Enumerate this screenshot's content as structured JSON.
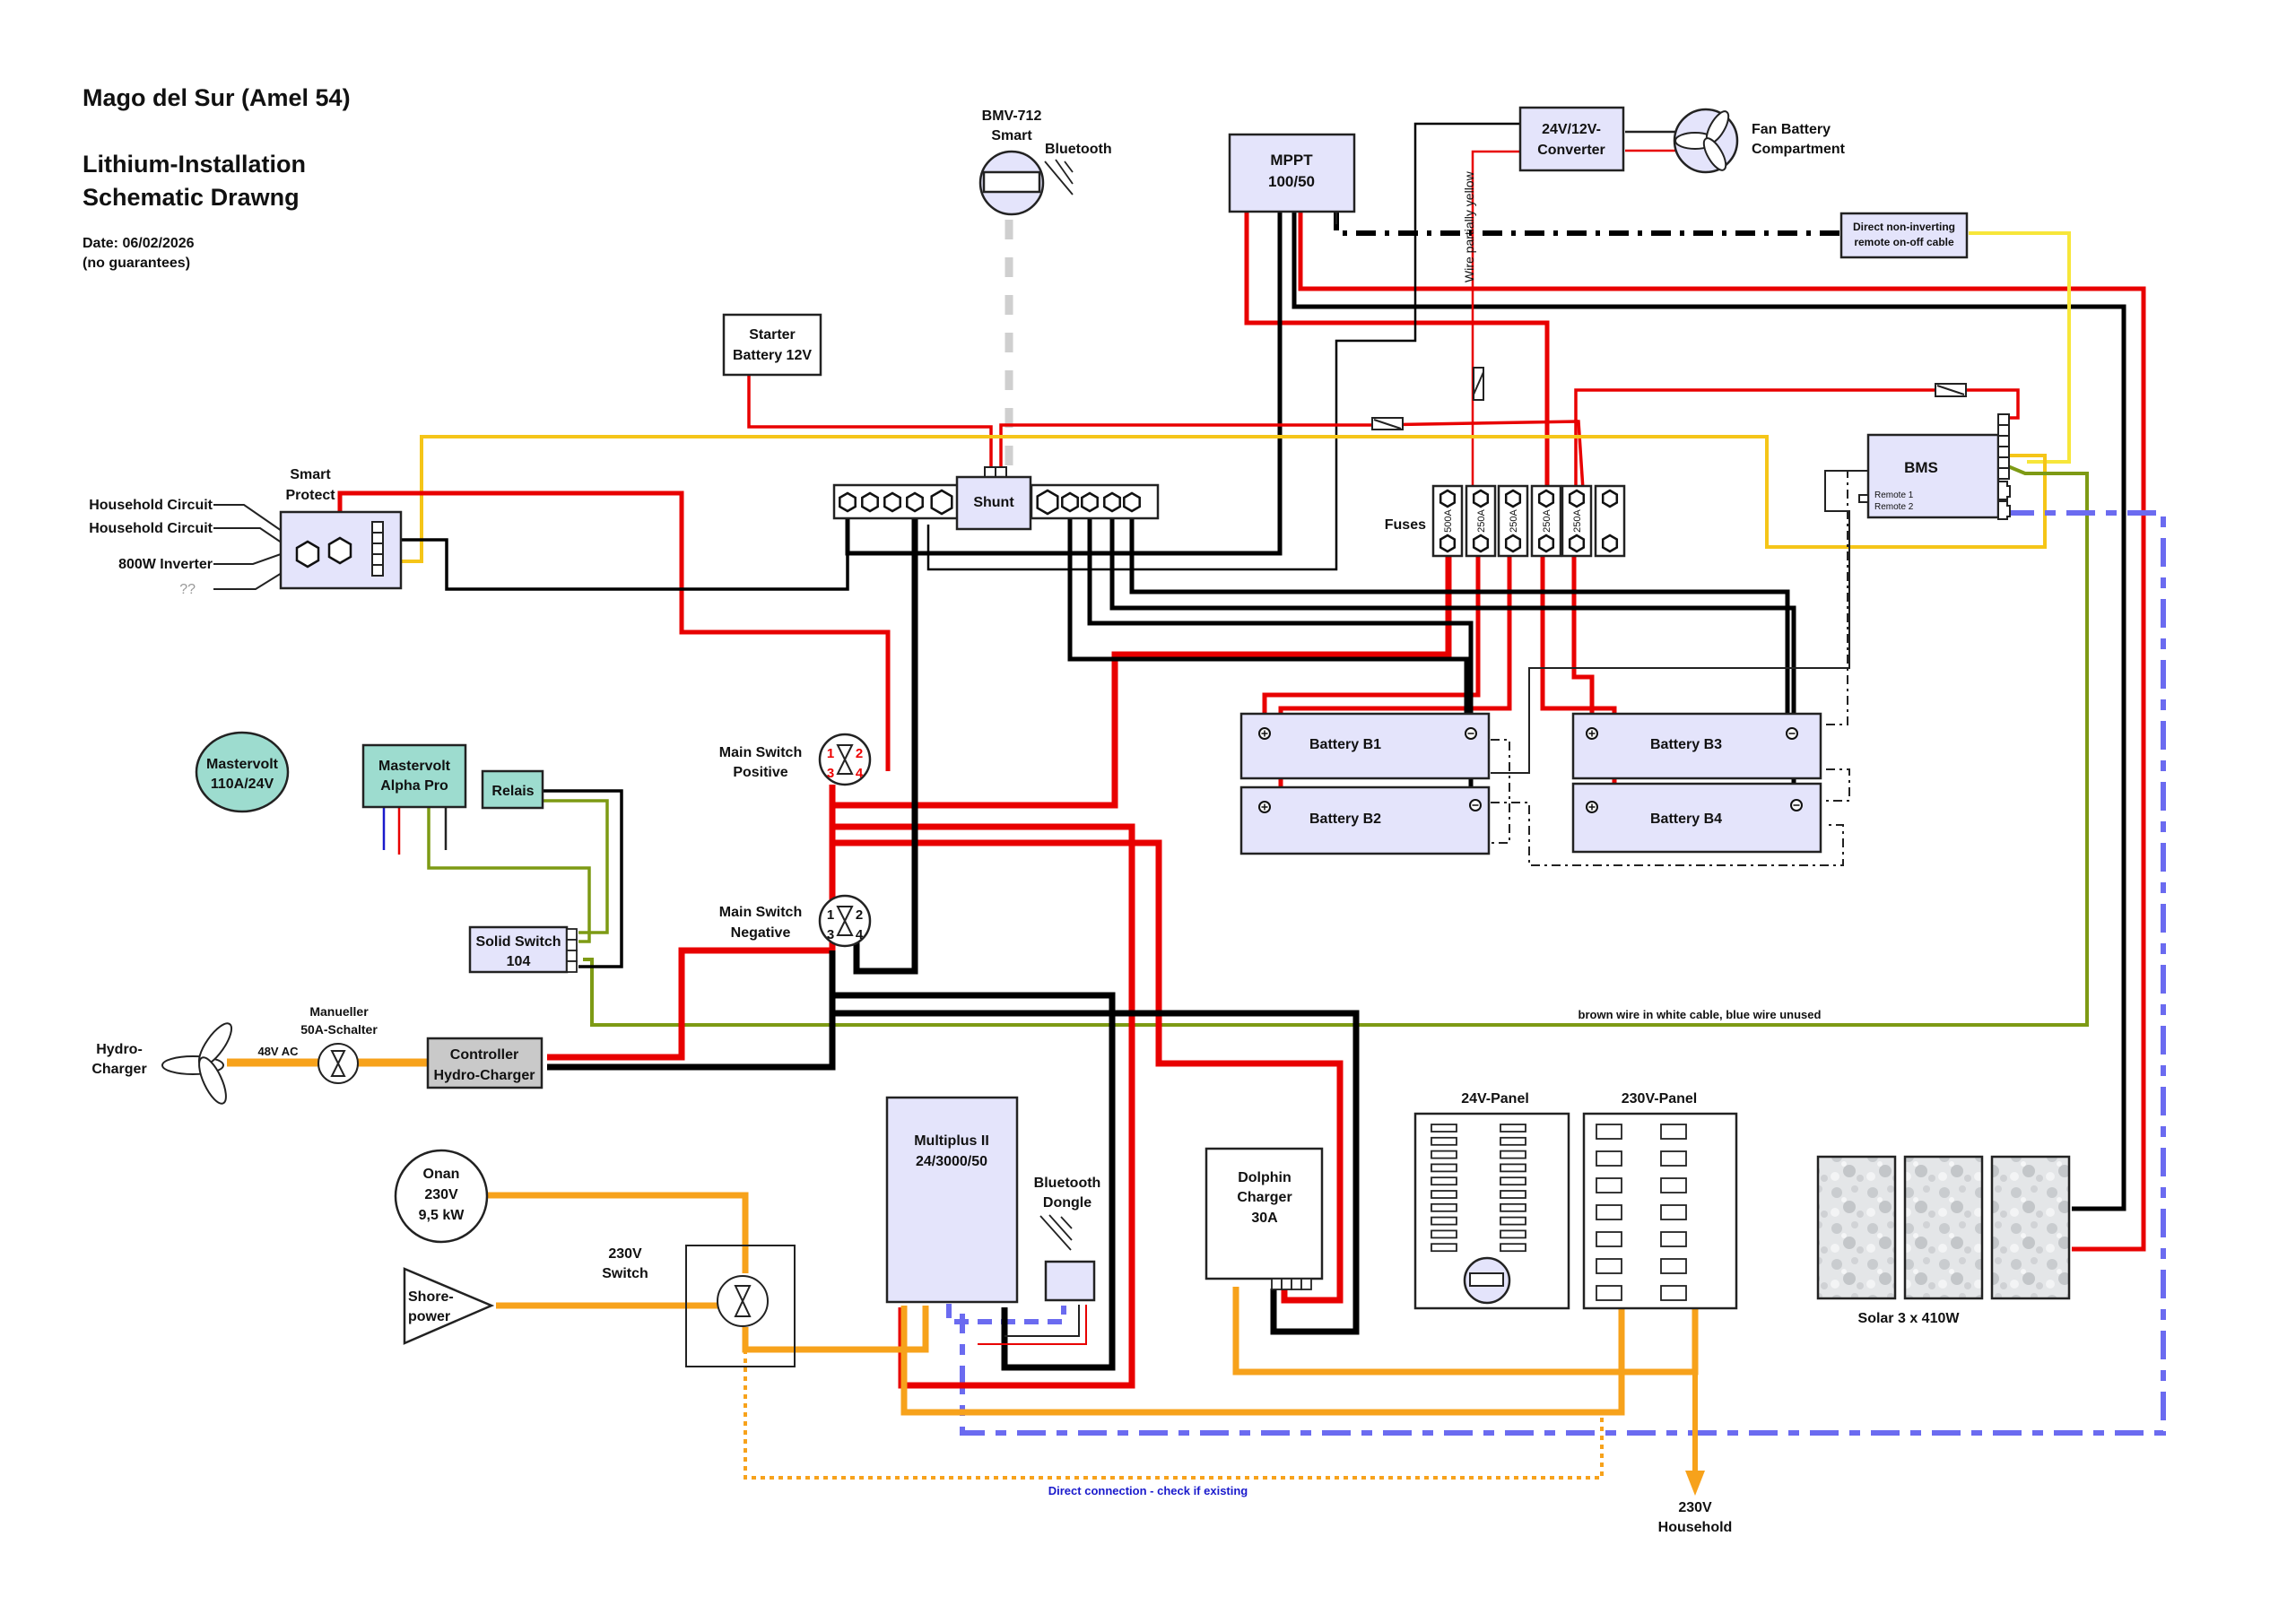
{
  "header": {
    "title": "Mago del Sur (Amel 54)",
    "subtitle_line1": "Lithium-Installation",
    "subtitle_line2": "Schematic Drawng",
    "date": "Date:  06/02/2026",
    "disclaimer": "(no guarantees)"
  },
  "components": {
    "bmv": {
      "line1": "BMV-712",
      "line2": "Smart",
      "bluetooth": "Bluetooth"
    },
    "mppt": {
      "line1": "MPPT",
      "line2": "100/50"
    },
    "converter": {
      "line1": "24V/12V-",
      "line2": "Converter"
    },
    "fan": {
      "line1": "Fan Battery",
      "line2": "Compartment"
    },
    "remote_cable": {
      "line1": "Direct non-inverting",
      "line2": "remote on-off cable"
    },
    "wire_note_vertical": "Wire partially yellow",
    "starter_battery": {
      "line1": "Starter",
      "line2": "Battery 12V"
    },
    "smart_protect": {
      "line1": "Smart",
      "line2": "Protect"
    },
    "smart_protect_outputs": [
      "Household Circuit",
      "Household Circuit",
      "800W Inverter",
      "??"
    ],
    "shunt": "Shunt",
    "fuses": {
      "label": "Fuses",
      "ratings": [
        "500A",
        "250A",
        "250A",
        "250A",
        "250A",
        ""
      ]
    },
    "bms": {
      "label": "BMS",
      "remote1": "Remote 1",
      "remote2": "Remote 2"
    },
    "batteries": [
      "Battery B1",
      "Battery B2",
      "Battery B3",
      "Battery B4"
    ],
    "main_switch_positive": {
      "line1": "Main Switch",
      "line2": "Positive",
      "terminals": [
        "1",
        "2",
        "3",
        "4"
      ]
    },
    "main_switch_negative": {
      "line1": "Main Switch",
      "line2": "Negative",
      "terminals": [
        "1",
        "2",
        "3",
        "4"
      ]
    },
    "mastervolt_alternator": {
      "line1": "Mastervolt",
      "line2": "110A/24V"
    },
    "mastervolt_alpha": {
      "line1": "Mastervolt",
      "line2": "Alpha Pro"
    },
    "relais": "Relais",
    "solid_switch": {
      "line1": "Solid Switch",
      "line2": "104"
    },
    "hydro_charger": {
      "line1": "Hydro-",
      "line2": "Charger"
    },
    "hydro_ac_label": "48V AC",
    "manual_switch": {
      "line1": "Manueller",
      "line2": "50A-Schalter"
    },
    "hydro_controller": {
      "line1": "Controller",
      "line2": "Hydro-Charger"
    },
    "olive_wire_note": "brown wire in white cable, blue wire unused",
    "onan": {
      "line1": "Onan",
      "line2": "230V",
      "line3": "9,5 kW"
    },
    "shore_power": {
      "line1": "Shore-",
      "line2": "power"
    },
    "switch_230v": {
      "line1": "230V",
      "line2": "Switch"
    },
    "multiplus": {
      "line1": "Multiplus II",
      "line2": "24/3000/50"
    },
    "bt_dongle": {
      "line1": "Bluetooth",
      "line2": "Dongle"
    },
    "dolphin": {
      "line1": "Dolphin",
      "line2": "Charger",
      "line3": "30A"
    },
    "panel_24v": {
      "label": "24V-Panel",
      "breakers_per_column": 10
    },
    "panel_230v": {
      "label": "230V-Panel",
      "breakers_per_column": 7
    },
    "solar": {
      "label": "Solar 3 x 410W",
      "panel_count": 3
    },
    "household_230v": {
      "line1": "230V",
      "line2": "Household"
    },
    "direct_connection_note": "Direct connection - check if existing"
  },
  "colors": {
    "positive_wire": "#e80000",
    "negative_wire": "#000000",
    "ac_wire": "#f7a21b",
    "signal_yellow": "#f5c518",
    "signal_olive": "#7d9a14",
    "can_bus_blue": "#6b6bf0",
    "device_fill": "#e4e4fb",
    "mastervolt_fill": "#9ddccf",
    "controller_fill": "#c9c9c9",
    "note_blue_text": "#1a1acc"
  }
}
